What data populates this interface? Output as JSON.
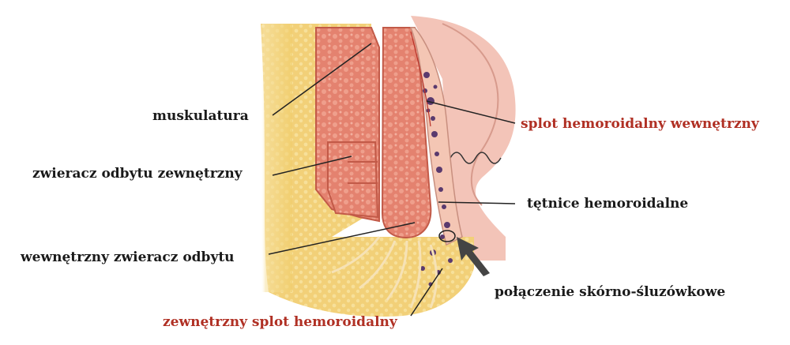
{
  "labels": {
    "muskulatura": "muskulatura",
    "zewnetrzny_zwieracz": "zwieracz odbytu zewnętrzny",
    "wewnetrzny_zwieracz": "wewnętrzny zwieracz odbytu",
    "zewnetrzny_splot": "zewnętrzny splot hemoroidalny",
    "wewnetrzny_splot": "splot hemoroidalny wewnętrzny",
    "tetnice": "tętnice hemoroidalne",
    "polaczenie": "połączenie skórno-śluzówkowe"
  },
  "colors": {
    "label_black": "#1a1a1a",
    "label_red": "#b03024",
    "fat": "#f2d27a",
    "muscle": "#e67f6d",
    "mucosa": "#f4c6b4",
    "vessel": "#5a3a6e"
  },
  "icons": [
    "arrow-icon"
  ]
}
